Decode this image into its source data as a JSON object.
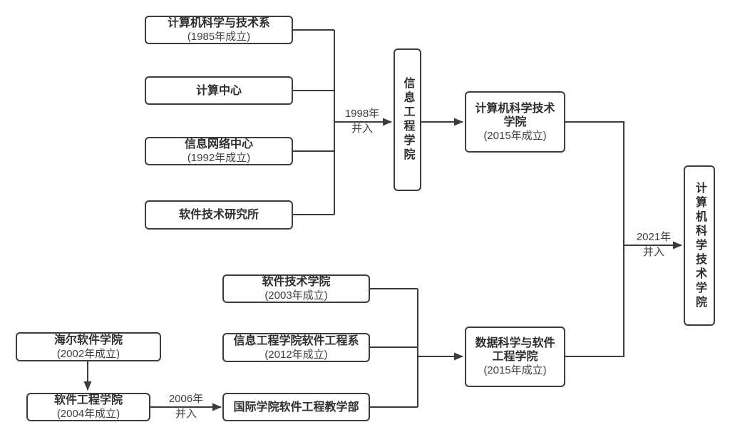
{
  "diagram": {
    "colors": {
      "line": "#3c3c3c",
      "title": "#2e2e2e",
      "subtitle": "#3f3f3f",
      "bg": "#ffffff"
    },
    "nodes": {
      "cs_tech_dept": {
        "title": "计算机科学与技术系",
        "subtitle": "(1985年成立)"
      },
      "computing_center": {
        "title": "计算中心"
      },
      "info_network_center": {
        "title": "信息网络中心",
        "subtitle": "(1992年成立)"
      },
      "software_tech_institute": {
        "title": "软件技术研究所"
      },
      "info_engineering_college": {
        "title": "信息工程学院"
      },
      "cs_college_2015": {
        "title": "计算机科学技术\n学院",
        "subtitle": "(2015年成立)"
      },
      "software_tech_college": {
        "title": "软件技术学院",
        "subtitle": "(2003年成立)"
      },
      "ie_software_eng_dept": {
        "title": "信息工程学院软件工程系",
        "subtitle": "(2012年成立)"
      },
      "intl_software_teaching": {
        "title": "国际学院软件工程教学部"
      },
      "haier_software_college": {
        "title": "海尔软件学院",
        "subtitle": "(2002年成立)"
      },
      "software_eng_college": {
        "title": "软件工程学院",
        "subtitle": "(2004年成立)"
      },
      "data_science_college": {
        "title": "数据科学与软件\n工程学院",
        "subtitle": "(2015年成立)"
      },
      "cs_college_final": {
        "title": "计算机科学技术学院"
      }
    },
    "edge_labels": {
      "merge_1998": {
        "line1": "1998年",
        "line2": "并入"
      },
      "merge_2006": {
        "line1": "2006年",
        "line2": "并入"
      },
      "merge_2021": {
        "line1": "2021年",
        "line2": "并入"
      }
    }
  }
}
